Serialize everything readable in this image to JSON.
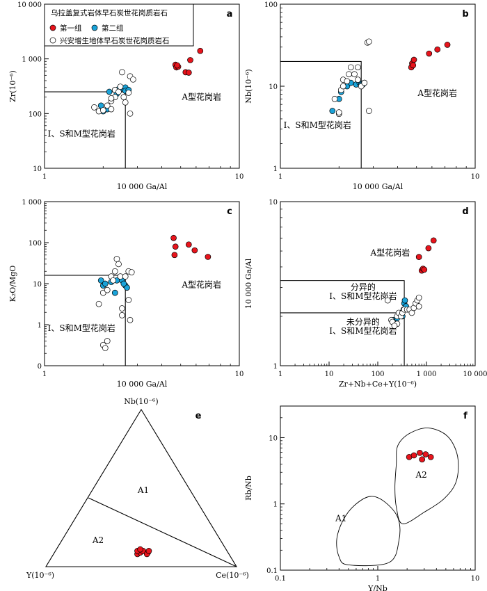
{
  "colors": {
    "group1": "#e8141c",
    "group2": "#1aa3d9",
    "group3": "#ffffff",
    "stroke": "#000000"
  },
  "legend": {
    "title": "乌拉盖复式岩体早石炭世花岗质岩石",
    "group1": "第一组",
    "group2": "第二组",
    "group3": "兴安增生地体早石炭世花岗质岩石"
  },
  "chart_data": [
    {
      "id": "a",
      "letter": "a",
      "type": "scatter",
      "xlabel": "10 000 Ga/Al",
      "ylabel": "Zr(10⁻⁶)",
      "xscale": "log",
      "yscale": "log",
      "xlim": [
        1,
        10
      ],
      "ylim": [
        10,
        10000
      ],
      "xticks": [
        {
          "v": 1,
          "l": "1"
        },
        {
          "v": 10,
          "l": "10"
        }
      ],
      "yticks": [
        {
          "v": 10,
          "l": "10"
        },
        {
          "v": 100,
          "l": "100"
        },
        {
          "v": 1000,
          "l": "1 000"
        },
        {
          "v": 10000,
          "l": "10 000"
        }
      ],
      "boundary": [
        [
          1,
          250
        ],
        [
          2.6,
          250
        ],
        [
          2.6,
          10
        ]
      ],
      "annotations": [
        {
          "text": "A型花岗岩",
          "x": 6.4,
          "y": 180
        },
        {
          "text": "I、S和M型花岗岩",
          "x": 1.55,
          "y": 38
        }
      ],
      "series": [
        {
          "group": "group1",
          "points": [
            [
              4.7,
              780
            ],
            [
              4.75,
              700
            ],
            [
              4.85,
              720
            ],
            [
              4.8,
              760
            ],
            [
              5.6,
              950
            ],
            [
              6.3,
              1400
            ],
            [
              5.3,
              570
            ],
            [
              5.5,
              560
            ]
          ]
        },
        {
          "group": "group2",
          "points": [
            [
              1.95,
              140
            ],
            [
              2.0,
              110
            ],
            [
              2.1,
              120
            ],
            [
              2.15,
              250
            ],
            [
              2.4,
              280
            ],
            [
              2.5,
              290
            ],
            [
              2.6,
              300
            ],
            [
              2.6,
              260
            ],
            [
              2.7,
              270
            ],
            [
              2.35,
              230
            ]
          ]
        },
        {
          "group": "group3",
          "points": [
            [
              1.8,
              130
            ],
            [
              1.9,
              110
            ],
            [
              2.0,
              115
            ],
            [
              2.1,
              140
            ],
            [
              2.2,
              170
            ],
            [
              2.3,
              200
            ],
            [
              2.3,
              270
            ],
            [
              2.4,
              250
            ],
            [
              2.45,
              310
            ],
            [
              2.5,
              570
            ],
            [
              2.6,
              160
            ],
            [
              2.7,
              240
            ],
            [
              2.75,
              480
            ],
            [
              2.85,
              420
            ],
            [
              2.55,
              200
            ],
            [
              2.75,
              100
            ],
            [
              2.2,
              190
            ],
            [
              2.2,
              120
            ]
          ]
        }
      ]
    },
    {
      "id": "b",
      "letter": "b",
      "type": "scatter",
      "xlabel": "10 000 Ga/Al",
      "ylabel": "Nb(10⁻⁶)",
      "xscale": "log",
      "yscale": "log",
      "xlim": [
        1,
        10
      ],
      "ylim": [
        1,
        100
      ],
      "xticks": [
        {
          "v": 1,
          "l": "1"
        },
        {
          "v": 10,
          "l": "10"
        }
      ],
      "yticks": [
        {
          "v": 1,
          "l": "1"
        },
        {
          "v": 10,
          "l": "10"
        },
        {
          "v": 100,
          "l": "100"
        }
      ],
      "boundary": [
        [
          1,
          20
        ],
        [
          2.6,
          20
        ],
        [
          2.6,
          1
        ]
      ],
      "annotations": [
        {
          "text": "A型花岗岩",
          "x": 6.4,
          "y": 7.6
        },
        {
          "text": "I、S和M型花岗岩",
          "x": 1.55,
          "y": 3.1
        }
      ],
      "series": [
        {
          "group": "group1",
          "points": [
            [
              4.7,
              17
            ],
            [
              4.75,
              19
            ],
            [
              4.85,
              21
            ],
            [
              5.8,
              25
            ],
            [
              6.4,
              28
            ],
            [
              7.2,
              32
            ],
            [
              4.8,
              18
            ]
          ]
        },
        {
          "group": "group2",
          "points": [
            [
              1.85,
              5
            ],
            [
              2.0,
              7
            ],
            [
              2.05,
              8.5
            ],
            [
              2.2,
              10
            ],
            [
              2.3,
              11
            ],
            [
              2.45,
              10.5
            ],
            [
              2.55,
              11
            ],
            [
              2.6,
              10.5
            ],
            [
              2.7,
              11
            ],
            [
              2.65,
              10.5
            ]
          ]
        },
        {
          "group": "group3",
          "points": [
            [
              1.9,
              7
            ],
            [
              2.0,
              4.6
            ],
            [
              2.0,
              4.8
            ],
            [
              2.05,
              9
            ],
            [
              2.1,
              10
            ],
            [
              2.1,
              12
            ],
            [
              2.2,
              11.5
            ],
            [
              2.25,
              14
            ],
            [
              2.3,
              17
            ],
            [
              2.4,
              14
            ],
            [
              2.5,
              12
            ],
            [
              2.5,
              17
            ],
            [
              2.6,
              10
            ],
            [
              2.7,
              11
            ],
            [
              2.8,
              34
            ],
            [
              2.85,
              35
            ],
            [
              2.85,
              5
            ]
          ]
        }
      ]
    },
    {
      "id": "c",
      "letter": "c",
      "type": "scatter",
      "xlabel": "10 000 Ga/Al",
      "ylabel": "K₂O/MgO",
      "xscale": "log",
      "yscale": "log",
      "xlim": [
        1,
        10
      ],
      "ylim": [
        0.1,
        1000
      ],
      "xticks": [
        {
          "v": 1,
          "l": "1"
        },
        {
          "v": 10,
          "l": "10"
        }
      ],
      "yticks": [
        {
          "v": 0.1,
          "l": "0"
        },
        {
          "v": 1,
          "l": "1"
        },
        {
          "v": 10,
          "l": "10"
        },
        {
          "v": 100,
          "l": "100"
        },
        {
          "v": 1000,
          "l": "1 000"
        }
      ],
      "boundary": [
        [
          1,
          16
        ],
        [
          2.6,
          16
        ],
        [
          2.6,
          0.1
        ]
      ],
      "annotations": [
        {
          "text": "A型花岗岩",
          "x": 6.4,
          "y": 8
        },
        {
          "text": "I、S和M型花岗岩",
          "x": 1.55,
          "y": 0.7
        }
      ],
      "series": [
        {
          "group": "group1",
          "points": [
            [
              4.6,
              130
            ],
            [
              4.7,
              80
            ],
            [
              4.65,
              50
            ],
            [
              5.5,
              90
            ],
            [
              5.9,
              65
            ],
            [
              6.9,
              45
            ]
          ]
        },
        {
          "group": "group2",
          "points": [
            [
              1.95,
              12
            ],
            [
              2.0,
              9
            ],
            [
              2.05,
              10
            ],
            [
              2.2,
              11
            ],
            [
              2.3,
              6
            ],
            [
              2.35,
              12
            ],
            [
              2.5,
              12
            ],
            [
              2.6,
              9
            ],
            [
              2.65,
              8
            ],
            [
              2.55,
              10
            ]
          ]
        },
        {
          "group": "group3",
          "points": [
            [
              1.9,
              3.2
            ],
            [
              2.0,
              6
            ],
            [
              2.0,
              0.32
            ],
            [
              2.05,
              0.27
            ],
            [
              2.1,
              0.4
            ],
            [
              2.1,
              7
            ],
            [
              2.2,
              15
            ],
            [
              2.3,
              20
            ],
            [
              2.35,
              40
            ],
            [
              2.4,
              30
            ],
            [
              2.45,
              15
            ],
            [
              2.5,
              2.5
            ],
            [
              2.6,
              15
            ],
            [
              2.7,
              20
            ],
            [
              2.8,
              19
            ],
            [
              2.7,
              4
            ],
            [
              2.75,
              1.3
            ],
            [
              2.5,
              1.7
            ],
            [
              2.25,
              12
            ]
          ]
        }
      ]
    },
    {
      "id": "d",
      "letter": "d",
      "type": "scatter",
      "xlabel": "Zr+Nb+Ce+Y(10⁻⁶)",
      "ylabel": "10 000 Ga/Al",
      "xscale": "log",
      "yscale": "log",
      "xlim": [
        1,
        10000
      ],
      "ylim": [
        1,
        10
      ],
      "xticks": [
        {
          "v": 1,
          "l": "1"
        },
        {
          "v": 10,
          "l": "10"
        },
        {
          "v": 100,
          "l": "100"
        },
        {
          "v": 1000,
          "l": "1 000"
        },
        {
          "v": 10000,
          "l": "10 000"
        }
      ],
      "yticks": [
        {
          "v": 1,
          "l": "1"
        },
        {
          "v": 10,
          "l": "10"
        }
      ],
      "boundary": [
        [
          1,
          3.3
        ],
        [
          350,
          3.3
        ],
        [
          350,
          1
        ]
      ],
      "boundary2": [
        [
          1,
          2.1
        ],
        [
          350,
          2.1
        ]
      ],
      "annotations": [
        {
          "text": "A型花岗岩",
          "x": 180,
          "y": 4.7
        },
        {
          "text": "分异的",
          "x": 50,
          "y": 2.9
        },
        {
          "text": "I、S和M型花岗岩",
          "x": 50,
          "y": 2.55
        },
        {
          "text": "未分异的",
          "x": 50,
          "y": 1.78
        },
        {
          "text": "I、S和M型花岗岩",
          "x": 50,
          "y": 1.57
        }
      ],
      "series": [
        {
          "group": "group1",
          "points": [
            [
              700,
              4.6
            ],
            [
              800,
              3.8
            ],
            [
              850,
              3.9
            ],
            [
              900,
              3.85
            ],
            [
              1100,
              5.2
            ],
            [
              1400,
              5.8
            ]
          ]
        },
        {
          "group": "group2",
          "points": [
            [
              200,
              1.85
            ],
            [
              210,
              1.9
            ],
            [
              220,
              1.8
            ],
            [
              250,
              1.95
            ],
            [
              300,
              2.1
            ],
            [
              320,
              2.0
            ],
            [
              340,
              2.2
            ],
            [
              350,
              2.4
            ],
            [
              360,
              2.5
            ],
            [
              380,
              2.3
            ]
          ]
        },
        {
          "group": "group3",
          "points": [
            [
              160,
              2.5
            ],
            [
              190,
              1.9
            ],
            [
              200,
              1.85
            ],
            [
              250,
              2.0
            ],
            [
              270,
              2.1
            ],
            [
              300,
              2.0
            ],
            [
              320,
              2.1
            ],
            [
              350,
              2.2
            ],
            [
              400,
              2.2
            ],
            [
              450,
              2.2
            ],
            [
              500,
              2.1
            ],
            [
              550,
              2.25
            ],
            [
              600,
              2.4
            ],
            [
              650,
              2.5
            ],
            [
              700,
              2.6
            ],
            [
              700,
              2.3
            ],
            [
              250,
              1.8
            ],
            [
              220,
              1.75
            ]
          ]
        }
      ]
    },
    {
      "id": "e",
      "letter": "e",
      "type": "ternary",
      "top": "Nb(10⁻⁶)",
      "left": "Y(10⁻⁶)",
      "right": "Ce(10⁻⁶)",
      "fields": [
        {
          "text": "A1"
        },
        {
          "text": "A2"
        }
      ],
      "series": [
        {
          "group": "group1",
          "points": [
            [
              0.08,
              0.48,
              0.44
            ],
            [
              0.09,
              0.46,
              0.45
            ],
            [
              0.1,
              0.44,
              0.46
            ],
            [
              0.1,
              0.47,
              0.43
            ],
            [
              0.11,
              0.45,
              0.44
            ],
            [
              0.09,
              0.42,
              0.49
            ],
            [
              0.08,
              0.43,
              0.49
            ],
            [
              0.1,
              0.41,
              0.49
            ]
          ]
        }
      ]
    },
    {
      "id": "f",
      "letter": "f",
      "type": "scatter",
      "xlabel": "Y/Nb",
      "ylabel": "Rb/Nb",
      "xscale": "log",
      "yscale": "log",
      "xlim": [
        0.1,
        10
      ],
      "ylim": [
        0.1,
        30
      ],
      "xticks": [
        {
          "v": 0.1,
          "l": "0.1"
        },
        {
          "v": 1,
          "l": "1"
        },
        {
          "v": 10,
          "l": "10"
        }
      ],
      "yticks": [
        {
          "v": 0.1,
          "l": "0.1"
        },
        {
          "v": 1,
          "l": "1"
        },
        {
          "v": 10,
          "l": "10"
        }
      ],
      "fields": [
        {
          "text": "A1",
          "x": 0.42,
          "y": 0.55,
          "poly": [
            [
              0.5,
              0.12
            ],
            [
              1.3,
              0.13
            ],
            [
              1.65,
              0.28
            ],
            [
              1.62,
              0.6
            ],
            [
              1.2,
              1.05
            ],
            [
              0.85,
              1.3
            ],
            [
              0.6,
              1.0
            ],
            [
              0.45,
              0.6
            ],
            [
              0.38,
              0.3
            ],
            [
              0.4,
              0.16
            ]
          ]
        },
        {
          "text": "A2",
          "x": 2.8,
          "y": 2.5,
          "poly": [
            [
              1.8,
              0.5
            ],
            [
              3.0,
              0.75
            ],
            [
              4.8,
              1.2
            ],
            [
              6.4,
              2.2
            ],
            [
              6.6,
              5.2
            ],
            [
              5.2,
              10.5
            ],
            [
              3.3,
              14
            ],
            [
              2.1,
              11.5
            ],
            [
              1.6,
              7.5
            ],
            [
              1.55,
              4
            ],
            [
              1.5,
              1.8
            ],
            [
              1.55,
              0.9
            ]
          ]
        }
      ],
      "series": [
        {
          "group": "group1",
          "points": [
            [
              2.1,
              5.1
            ],
            [
              2.35,
              5.4
            ],
            [
              2.7,
              5.9
            ],
            [
              2.85,
              4.7
            ],
            [
              3.1,
              5.6
            ],
            [
              3.5,
              5.1
            ]
          ]
        }
      ]
    }
  ]
}
